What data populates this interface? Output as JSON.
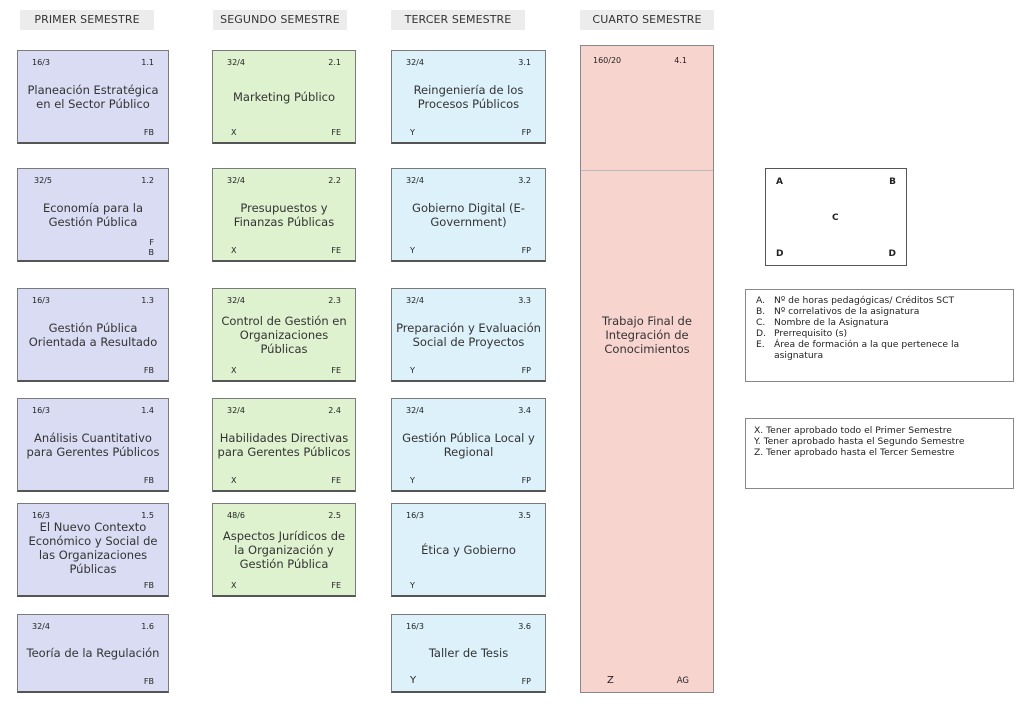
{
  "semesters": [
    {
      "title": "PRIMER SEMESTRE"
    },
    {
      "title": "SEGUNDO SEMESTRE"
    },
    {
      "title": "TERCER SEMESTRE"
    },
    {
      "title": "CUARTO SEMESTRE"
    }
  ],
  "courses": [
    {
      "hours": "16/3",
      "num": "1.1",
      "name": "Planeación Estratégica en el Sector Público",
      "pre": "",
      "area": "FB"
    },
    {
      "hours": "32/5",
      "num": "1.2",
      "name": "Economía para la Gestión Pública",
      "pre": "",
      "area": "F\nB"
    },
    {
      "hours": "16/3",
      "num": "1.3",
      "name": "Gestión Pública Orientada a Resultado",
      "pre": "",
      "area": "FB"
    },
    {
      "hours": "16/3",
      "num": "1.4",
      "name": "Análisis Cuantitativo para Gerentes Públicos",
      "pre": "",
      "area": "FB"
    },
    {
      "hours": "16/3",
      "num": "1.5",
      "name": "El Nuevo Contexto Económico y Social de las Organizaciones Públicas",
      "pre": "",
      "area": "FB"
    },
    {
      "hours": "32/4",
      "num": "1.6",
      "name": "Teoría de la Regulación",
      "pre": "",
      "area": "FB"
    },
    {
      "hours": "32/4",
      "num": "2.1",
      "name": "Marketing Público",
      "pre": "X",
      "area": "FE"
    },
    {
      "hours": "32/4",
      "num": "2.2",
      "name": "Presupuestos y Finanzas Públicas",
      "pre": "X",
      "area": "FE"
    },
    {
      "hours": "32/4",
      "num": "2.3",
      "name": "Control de Gestión en Organizaciones Públicas",
      "pre": "X",
      "area": "FE"
    },
    {
      "hours": "32/4",
      "num": "2.4",
      "name": "Habilidades Directivas para Gerentes Públicos",
      "pre": "X",
      "area": "FE"
    },
    {
      "hours": "48/6",
      "num": "2.5",
      "name": "Aspectos Jurídicos de la Organización y Gestión Pública",
      "pre": "X",
      "area": "FE"
    },
    {
      "hours": "32/4",
      "num": "3.1",
      "name": "Reingeniería de los Procesos Públicos",
      "pre": "Y",
      "area": "FP"
    },
    {
      "hours": "32/4",
      "num": "3.2",
      "name": "Gobierno Digital (E-Government)",
      "pre": "Y",
      "area": "FP"
    },
    {
      "hours": "32/4",
      "num": "3.3",
      "name": "Preparación y Evaluación Social de Proyectos",
      "pre": "Y",
      "area": "FP"
    },
    {
      "hours": "32/4",
      "num": "3.4",
      "name": "Gestión Pública Local y Regional",
      "pre": "Y",
      "area": "FP"
    },
    {
      "hours": "16/3",
      "num": "3.5",
      "name": "Ética y Gobierno",
      "pre": "Y",
      "area": ""
    },
    {
      "hours": "16/3",
      "num": "3.6",
      "name": "Taller de Tesis",
      "pre": "Y",
      "area": "FP"
    },
    {
      "hours": "160/20",
      "num": "4.1",
      "name": "Trabajo Final de Integración de Conocimientos",
      "pre": "Z",
      "area": "AG"
    }
  ],
  "key": {
    "a": "A",
    "b": "B",
    "c": "C",
    "d1": "D",
    "d2": "D"
  },
  "legend": [
    {
      "letter": "A.",
      "text": "Nº de horas pedagógicas/ Créditos SCT"
    },
    {
      "letter": "B.",
      "text": "Nº correlativos de la asignatura"
    },
    {
      "letter": "C.",
      "text": "Nombre de la Asignatura"
    },
    {
      "letter": "D.",
      "text": "Prerrequisito (s)"
    },
    {
      "letter": "E.",
      "text": "Área de formación a la que pertenece la asignatura"
    }
  ],
  "requirements": [
    "X. Tener aprobado todo el Primer Semestre",
    "Y. Tener aprobado hasta el Segundo Semestre",
    "Z. Tener aprobado hasta el Tercer Semestre"
  ]
}
